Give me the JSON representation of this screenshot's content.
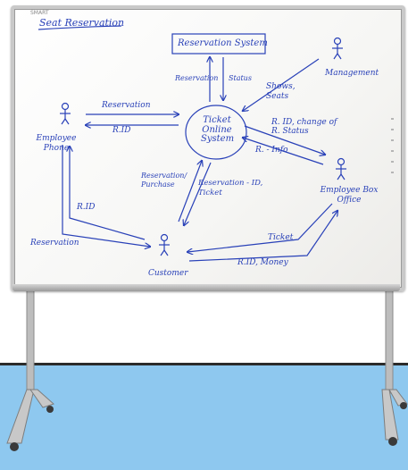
{
  "whiteboard": {
    "brand": "SMART",
    "title": "Seat Reservation",
    "diagram": {
      "center_process": "Ticket Online System",
      "data_store": "Reservation System",
      "actors": {
        "management": "Management",
        "employee_phone": "Employee Phone",
        "employee_box_office": "Employee Box Office",
        "customer": "Customer"
      },
      "flows": {
        "reservation_to_store": "Reservation",
        "status_from_store": "Status",
        "shows_seats": "Shows, Seats",
        "phone_reservation": "Reservation",
        "phone_rid": "R.ID",
        "rid_change_status": "R. ID, change of R. Status",
        "r_info": "R. - Info",
        "reservation_purchase": "Reservation/ Purchase",
        "reservation_id_ticket": "Reservation - ID, Ticket",
        "customer_rid": "R.ID",
        "customer_reservation": "Reservation",
        "ticket": "Ticket",
        "rid_money": "R.ID, Money"
      }
    }
  },
  "colors": {
    "marker": "#2941b8",
    "floor": "#8ec8ef",
    "frame": "#c9c9c9"
  }
}
